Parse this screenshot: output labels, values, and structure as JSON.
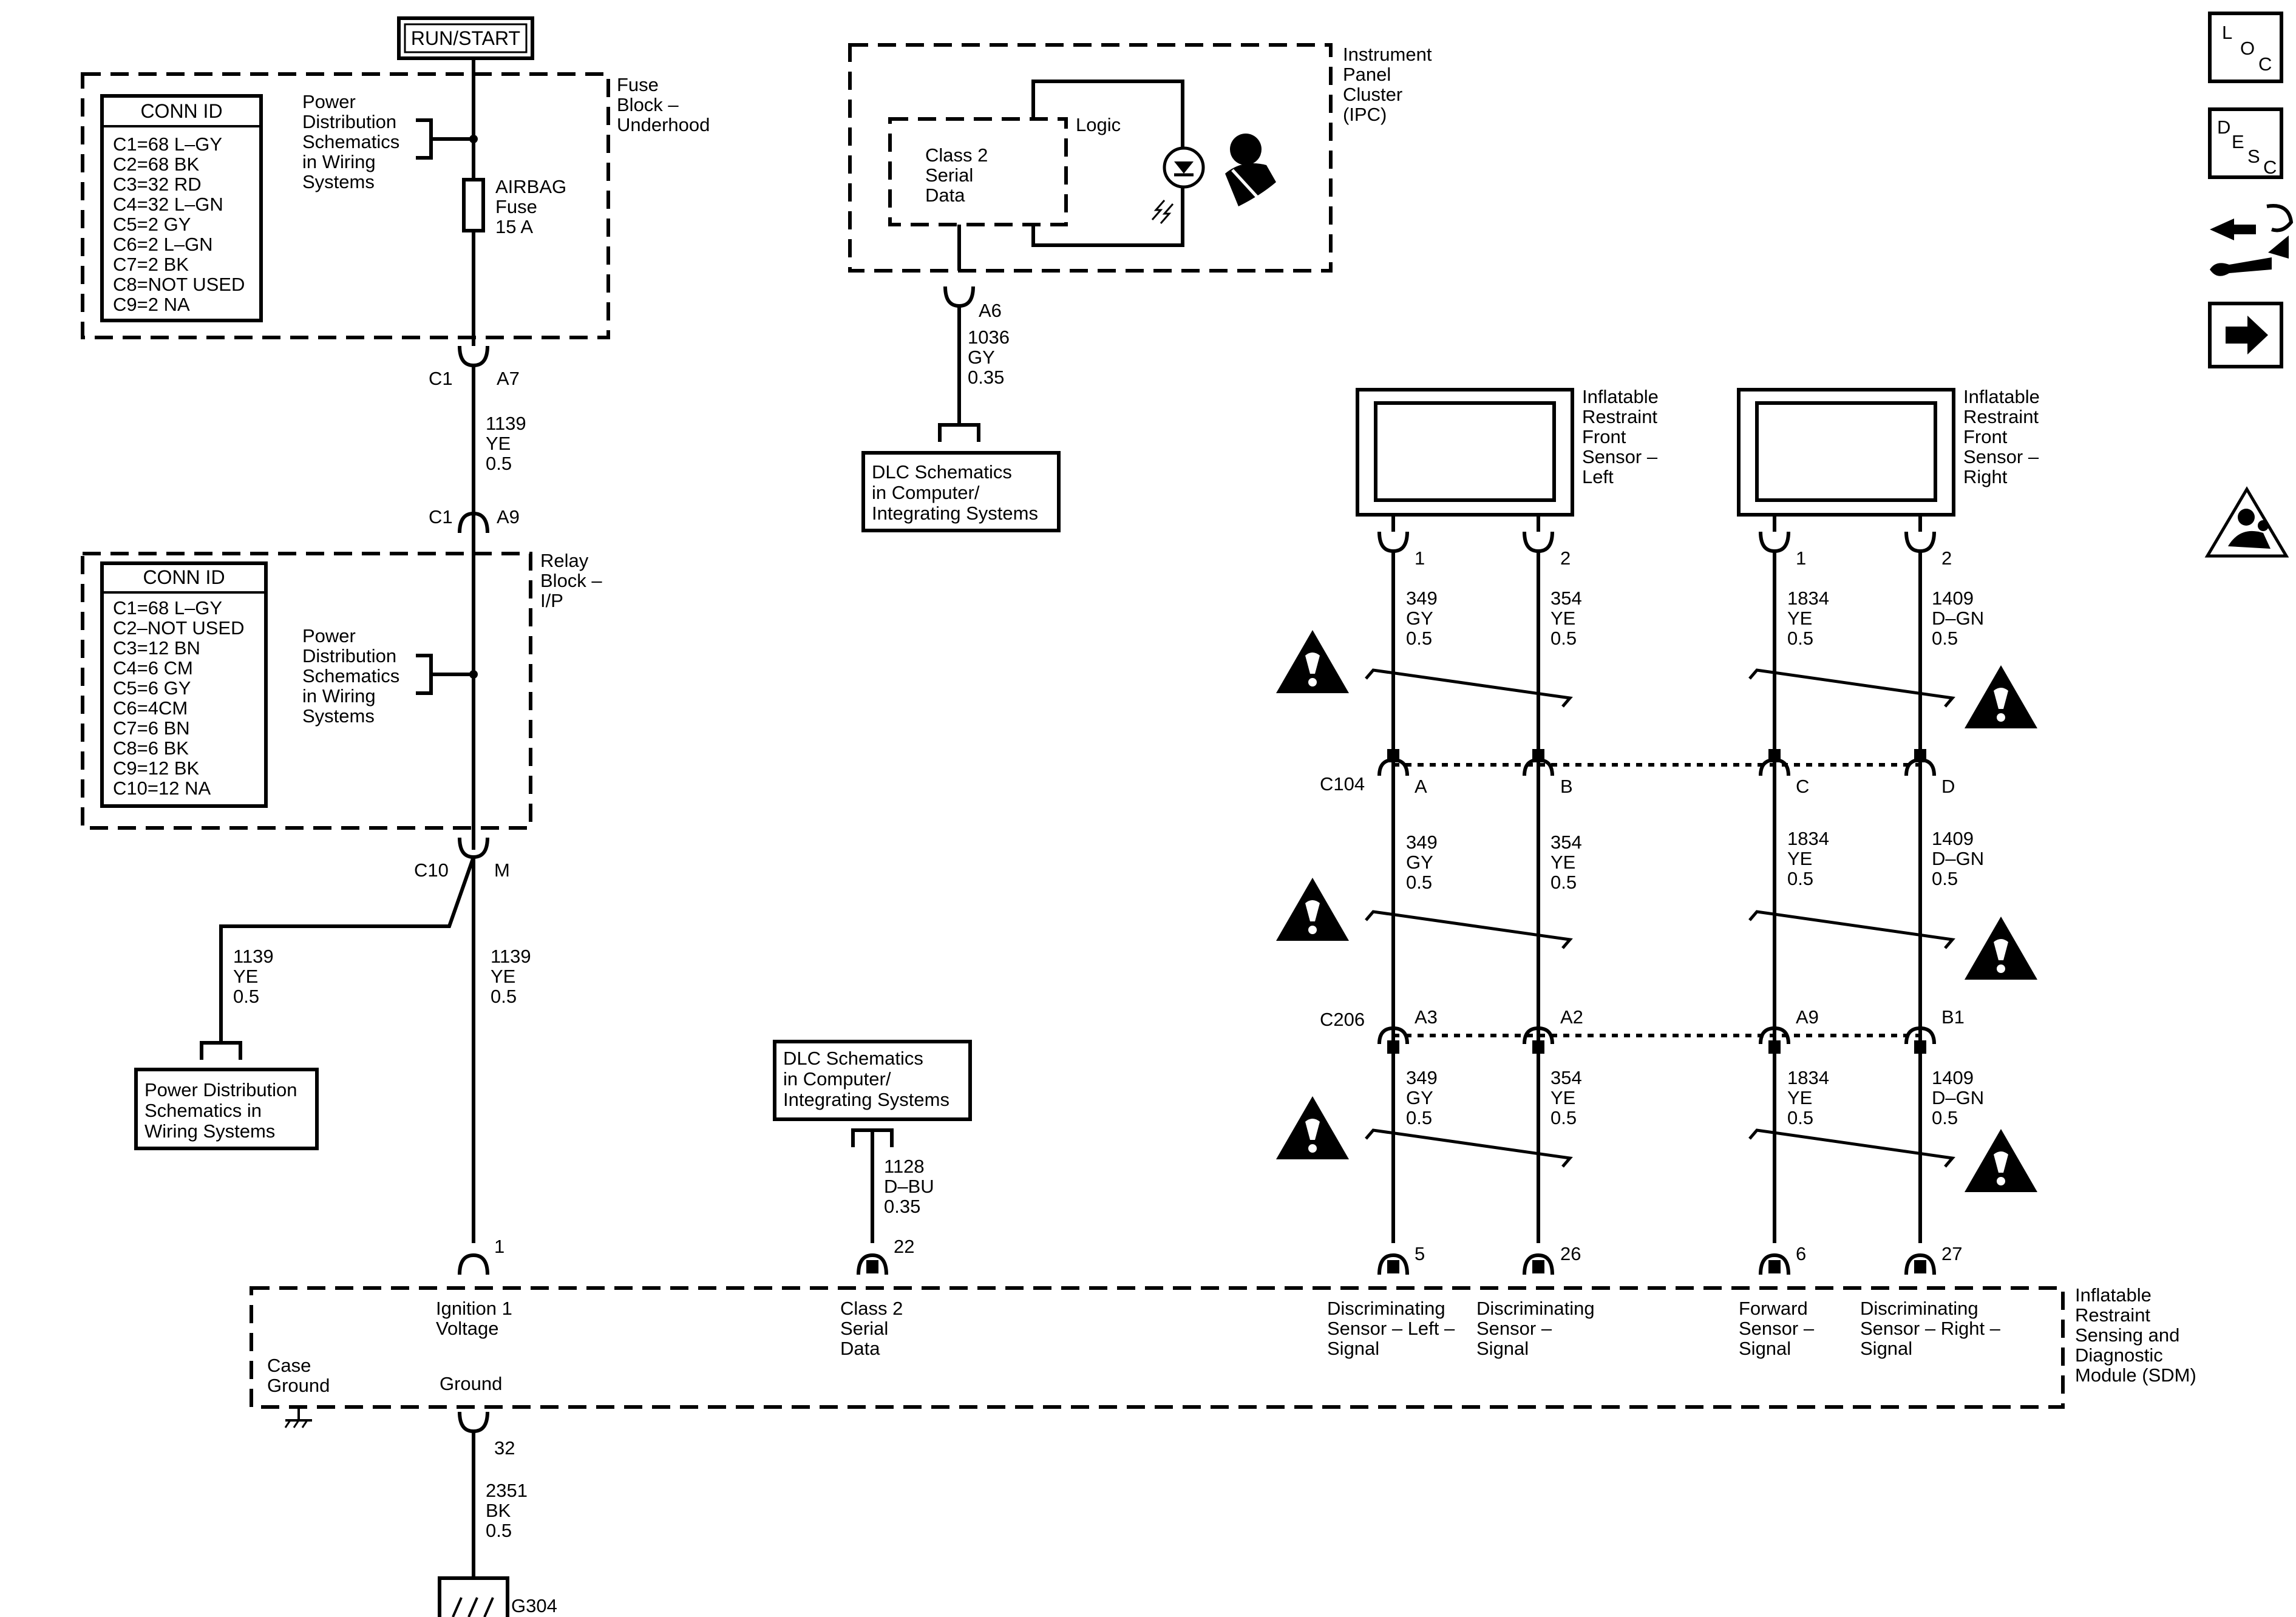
{
  "top_label": "RUN/START",
  "fuse_block": {
    "conn_id_title": "CONN ID",
    "conn_list": [
      "C1=68 L–GY",
      "C2=68 BK",
      "C3=32 RD",
      "C4=32 L–GN",
      "C5=2 GY",
      "C6=2 L–GN",
      "C7=2 BK",
      "C8=NOT USED",
      "C9=2 NA"
    ],
    "power_ref": [
      "Power",
      "Distribution",
      "Schematics",
      "in Wiring",
      "Systems"
    ],
    "name": [
      "Fuse",
      "Block –",
      "Underhood"
    ],
    "fuse": [
      "AIRBAG",
      "Fuse",
      "15 A"
    ],
    "connector_left": "C1",
    "connector_pin": "A7"
  },
  "wire_a": [
    "1139",
    "YE",
    "0.5"
  ],
  "relay_block": {
    "connector_left": "C1",
    "connector_pin": "A9",
    "conn_id_title": "CONN ID",
    "conn_list": [
      "C1=68 L–GY",
      "C2–NOT USED",
      "C3=12 BN",
      "C4=6 CM",
      "C5=6 GY",
      "C6=4CM",
      "C7=6 BN",
      "C8=6 BK",
      "C9=12 BK",
      "C10=12 NA"
    ],
    "power_ref": [
      "Power",
      "Distribution",
      "Schematics",
      "in Wiring",
      "Systems"
    ],
    "name": [
      "Relay",
      "Block –",
      "I/P"
    ],
    "out_connector": "C10",
    "out_pin": "M"
  },
  "wire_b": [
    "1139",
    "YE",
    "0.5"
  ],
  "wire_c": [
    "1139",
    "YE",
    "0.5"
  ],
  "power_dist_box": [
    "Power Distribution",
    "Schematics in",
    "Wiring Systems"
  ],
  "ipc": {
    "name": [
      "Instrument",
      "Panel",
      "Cluster",
      "(IPC)"
    ],
    "logic": "Logic",
    "serial": [
      "Class 2",
      "Serial",
      "Data"
    ],
    "pin": "A6"
  },
  "wire_ipc": [
    "1036",
    "GY",
    "0.35"
  ],
  "dlc_top": [
    "DLC Schematics",
    "in Computer/",
    "Integrating Systems"
  ],
  "dlc_bottom": [
    "DLC Schematics",
    "in Computer/",
    "Integrating Systems"
  ],
  "wire_dlc": [
    "1128",
    "D–BU",
    "0.35"
  ],
  "sensor_left": [
    "Inflatable",
    "Restraint",
    "Front",
    "Sensor –",
    "Left"
  ],
  "sensor_right": [
    "Inflatable",
    "Restraint",
    "Front",
    "Sensor –",
    "Right"
  ],
  "sensor_pins": [
    "1",
    "2",
    "1",
    "2"
  ],
  "c104": {
    "name": "C104",
    "pins": [
      "A",
      "B",
      "C",
      "D"
    ]
  },
  "c206": {
    "name": "C206",
    "pins": [
      "A3",
      "A2",
      "A9",
      "B1"
    ]
  },
  "sensor_wires": [
    [
      "349",
      "GY",
      "0.5"
    ],
    [
      "354",
      "YE",
      "0.5"
    ],
    [
      "1834",
      "YE",
      "0.5"
    ],
    [
      "1409",
      "D–GN",
      "0.5"
    ]
  ],
  "sdm": {
    "name": [
      "Inflatable",
      "Restraint",
      "Sensing and",
      "Diagnostic",
      "Module (SDM)"
    ],
    "pins": [
      "1",
      "22",
      "5",
      "26",
      "6",
      "27"
    ],
    "ign": [
      "Ignition 1",
      "Voltage"
    ],
    "serial": [
      "Class 2",
      "Serial",
      "Data"
    ],
    "disc_left": [
      "Discriminating",
      "Sensor – Left –",
      "Signal"
    ],
    "disc": [
      "Discriminating",
      "Sensor –",
      "Signal"
    ],
    "forward": [
      "Forward",
      "Sensor –",
      "Signal"
    ],
    "disc_right": [
      "Discriminating",
      "Sensor – Right –",
      "Signal"
    ],
    "case_ground": [
      "Case",
      "Ground"
    ],
    "ground": "Ground",
    "ground_pin": "32"
  },
  "wire_gnd": [
    "2351",
    "BK",
    "0.5"
  ],
  "ground_id": "G304",
  "side_icons": {
    "loc": [
      "L",
      "O",
      "C"
    ],
    "desc": [
      "D",
      "E",
      "S",
      "C"
    ],
    "icons": [
      "connector-tool-icon",
      "arrow-right-icon",
      "airbag-warning-icon"
    ]
  }
}
